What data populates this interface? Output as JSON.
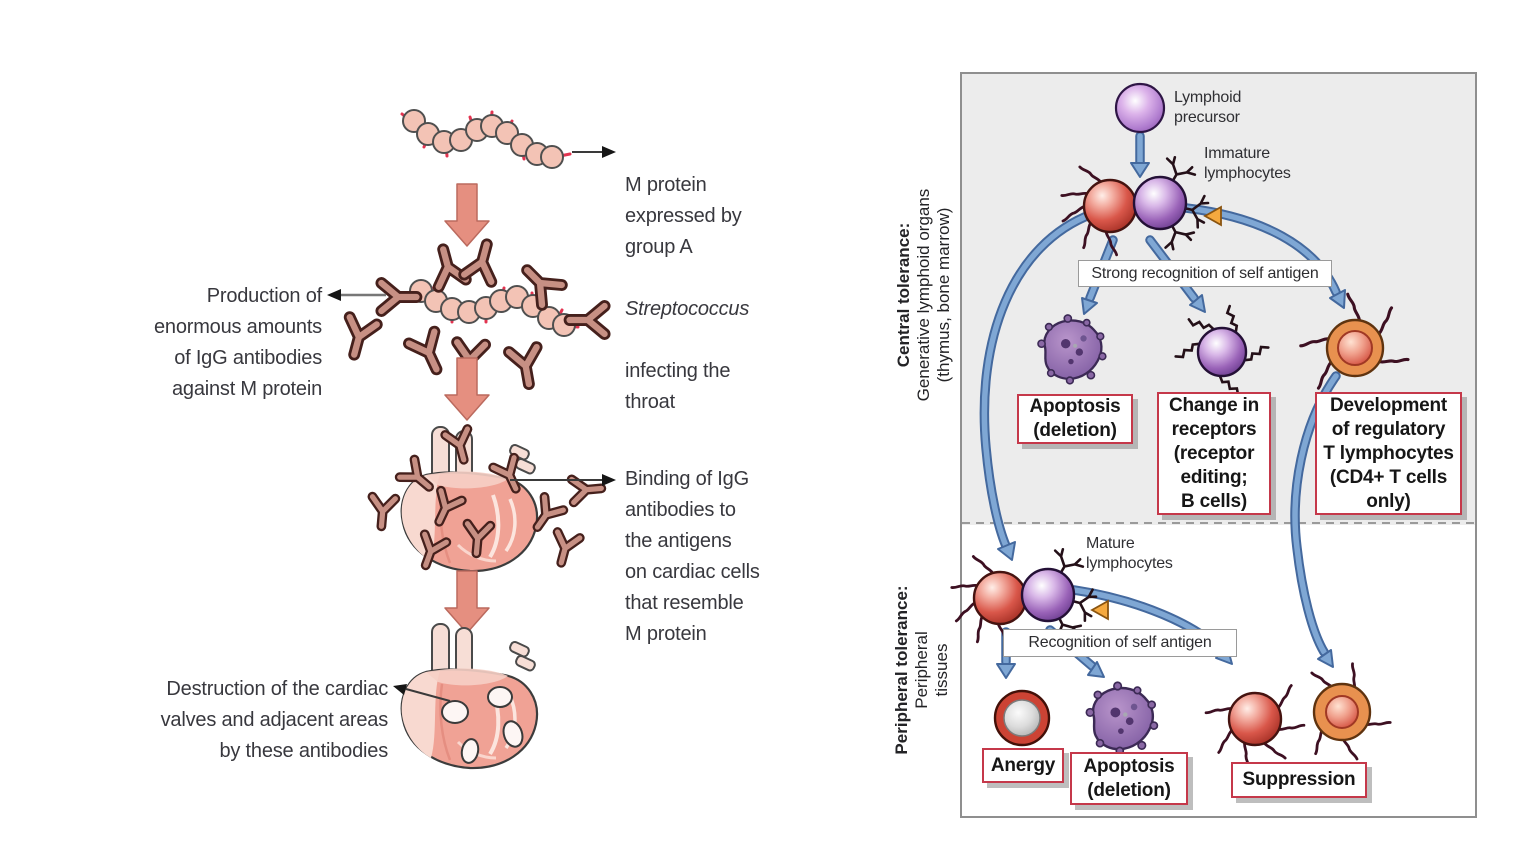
{
  "figure": {
    "left": {
      "m_protein_pre": "M protein\nexpressed by\ngroup A",
      "m_protein_italic": "Streptococcus",
      "m_protein_post": "infecting the\nthroat",
      "production": "Production of\nenormous amounts\nof IgG antibodies\nagainst M protein",
      "binding": "Binding of IgG\nantibodies to\nthe antigens\non cardiac cells\nthat resemble\nM protein",
      "destruction": "Destruction of the cardiac\nvalves and adjacent areas\nby these antibodies"
    },
    "right": {
      "central_title": "Central tolerance:",
      "central_sub": "Generative lymphoid organs\n(thymus, bone marrow)",
      "peripheral_title": "Peripheral tolerance:",
      "peripheral_sub": "Peripheral\ntissues",
      "lymphoid_precursor": "Lymphoid\nprecursor",
      "immature": "Immature\nlymphocytes",
      "mature": "Mature\nlymphocytes",
      "strong_recognition": "Strong recognition of self antigen",
      "recognition": "Recognition of self antigen",
      "apoptosis_central": "Apoptosis\n(deletion)",
      "change_receptors": "Change in\nreceptors\n(receptor\nediting;\nB cells)",
      "development_treg": "Development\nof regulatory\nT lymphocytes\n(CD4+ T cells\nonly)",
      "anergy": "Anergy",
      "apoptosis_peripheral": "Apoptosis\n(deletion)",
      "suppression": "Suppression"
    },
    "colors": {
      "accent_red_border": "#c5384a",
      "arrow_blue": "#7fa7d4",
      "arrow_blue_edge": "#44699e",
      "salmon_arrow": "#e58f80",
      "panel_gray": "#ececec",
      "cell_red": "#c0392b",
      "cell_purple": "#7d4596",
      "cell_orange": "#e08a4a"
    }
  }
}
